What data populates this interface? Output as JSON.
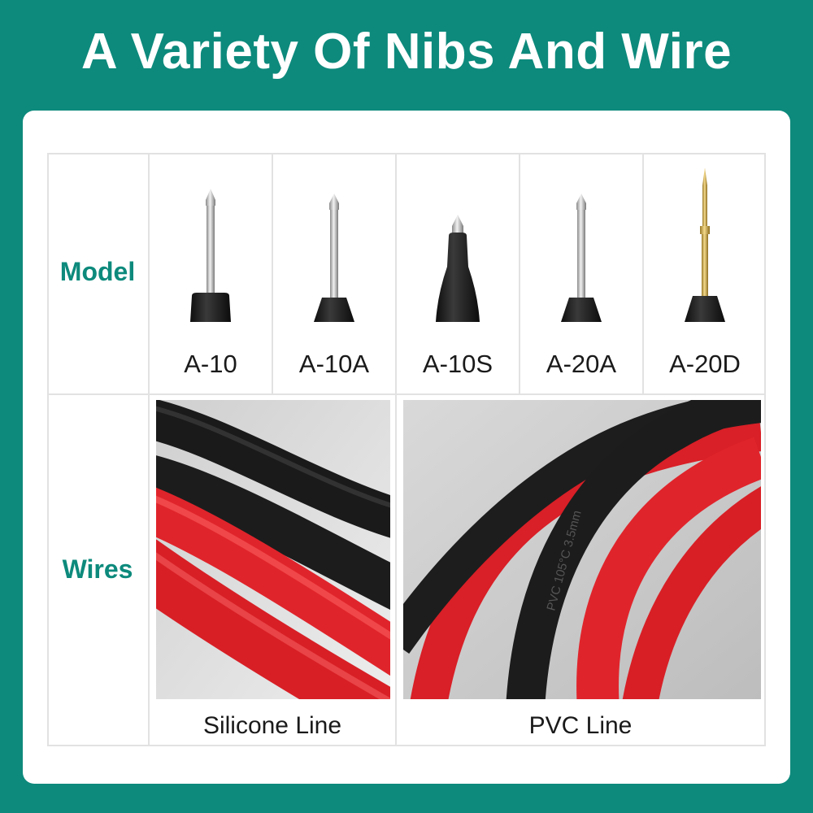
{
  "title": "A Variety Of Nibs And Wire",
  "rows": {
    "model_label": "Model",
    "wires_label": "Wires"
  },
  "nibs": [
    {
      "name": "A-10",
      "tip": "silver",
      "base": "short-cylinder"
    },
    {
      "name": "A-10A",
      "tip": "silver",
      "base": "cone"
    },
    {
      "name": "A-10S",
      "tip": "silver",
      "base": "tapered-long"
    },
    {
      "name": "A-20A",
      "tip": "silver",
      "base": "cone"
    },
    {
      "name": "A-20D",
      "tip": "gold",
      "base": "cone"
    }
  ],
  "wires": [
    {
      "name": "Silicone Line"
    },
    {
      "name": "PVC Line",
      "print": "PVC 105°C 3.5mm"
    }
  ],
  "colors": {
    "accent": "#0d8a7c",
    "red_wire": "#e0242b",
    "black_wire": "#1c1c1c"
  }
}
